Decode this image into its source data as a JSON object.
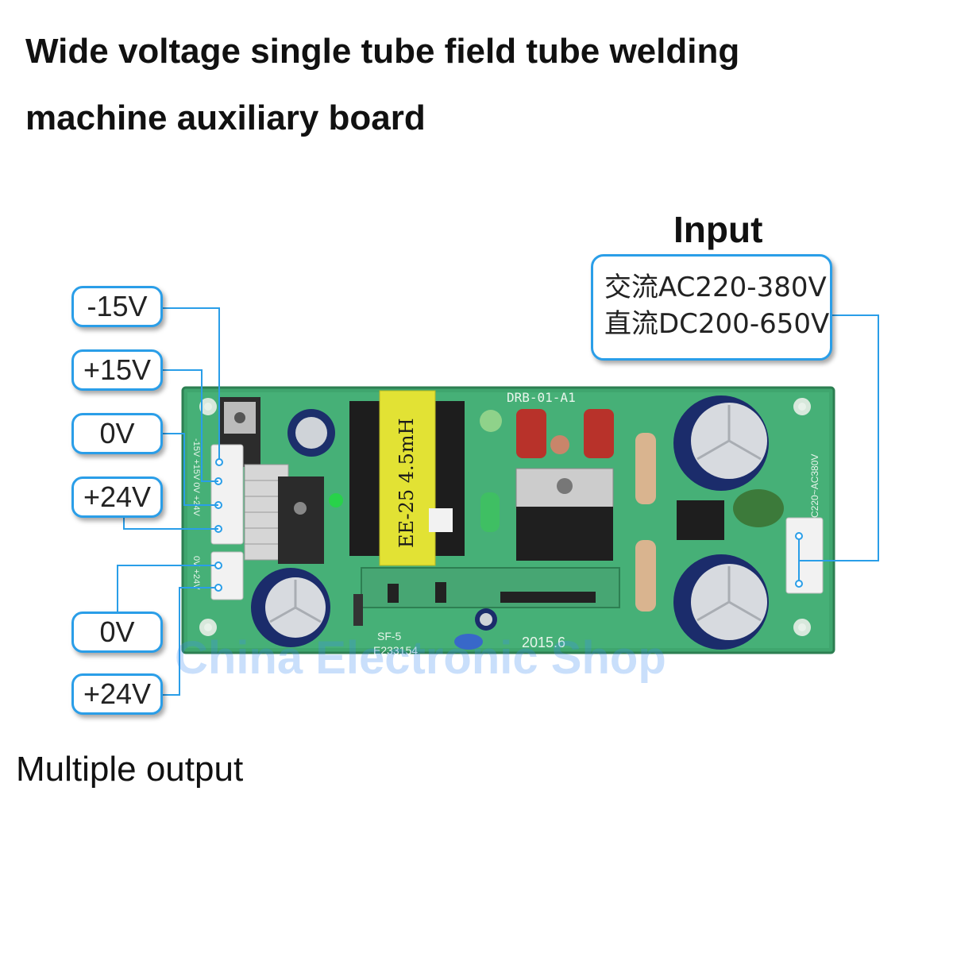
{
  "title": {
    "line1": "Wide voltage single tube field tube welding",
    "line2": "machine auxiliary board"
  },
  "input": {
    "heading": "Input",
    "ac": "交流AC220-380V",
    "dc": "直流DC200-650V"
  },
  "outputs": {
    "heading": "Multiple output",
    "upper": [
      "-15V",
      "+15V",
      "0V",
      "+24V"
    ],
    "lower": [
      "0V",
      "+24V"
    ]
  },
  "board": {
    "model": "DRB-01-A1",
    "transformer": "EE-25  4.5mH",
    "date": "2015.6",
    "cert": "E233154",
    "part": "SF-5",
    "input_label": "AC220~AC380V",
    "pin_labels": "-15V +15V 0V +24V",
    "pin_labels2": "0V +24V",
    "watermark": "China Electronic Shop"
  },
  "colors": {
    "accent": "#2a9ee8",
    "pcb": "#3fa66e"
  }
}
